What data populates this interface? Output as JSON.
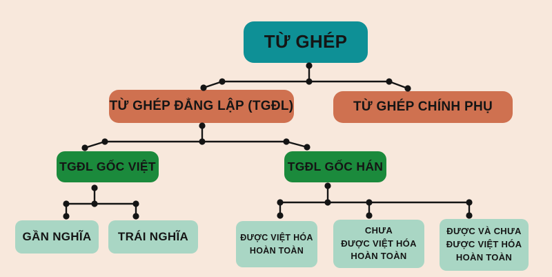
{
  "colors": {
    "background": "#f8e8dc",
    "root-fill": "#0e9096",
    "level2-fill": "#cf7150",
    "level3-fill": "#1b8a3c",
    "leaf-fill": "#a9d6c4",
    "line": "#141414",
    "text": "#151515"
  },
  "nodes": {
    "root": {
      "label": "TỪ GHÉP"
    },
    "dang_lap": {
      "label": "TỪ GHÉP ĐẲNG LẬP (TGĐL)"
    },
    "chinh_phu": {
      "label": "TỪ GHÉP CHÍNH PHỤ"
    },
    "goc_viet": {
      "label": "TGĐL GỐC VIỆT"
    },
    "goc_han": {
      "label": "TGĐL GỐC HÁN"
    },
    "gan_nghia": {
      "label": "GẦN NGHĨA"
    },
    "trai_nghia": {
      "label": "TRÁI NGHĨA"
    },
    "viet_hoa_hoan_toan": {
      "label": "ĐƯỢC VIỆT HÓA\nHOÀN TOÀN"
    },
    "chua_duoc_viet_hoa": {
      "label": "CHƯA\nĐƯỢC VIỆT HÓA\nHOÀN TOÀN"
    },
    "duoc_va_chua_viet_hoa": {
      "label": "ĐƯỢC VÀ CHƯA\nĐƯỢC VIỆT HÓA\nHOÀN TOÀN"
    }
  },
  "hierarchy": {
    "TỪ GHÉP": {
      "TỪ GHÉP ĐẲNG LẬP (TGĐL)": {
        "TGĐL GỐC VIỆT": [
          "GẦN NGHĨA",
          "TRÁI NGHĨA"
        ],
        "TGĐL GỐC HÁN": [
          "ĐƯỢC VIỆT HÓA HOÀN TOÀN",
          "CHƯA ĐƯỢC VIỆT HÓA HOÀN TOÀN",
          "ĐƯỢC VÀ CHƯA ĐƯỢC VIỆT HÓA HOÀN TOÀN"
        ]
      },
      "TỪ GHÉP CHÍNH PHỤ": {}
    }
  }
}
